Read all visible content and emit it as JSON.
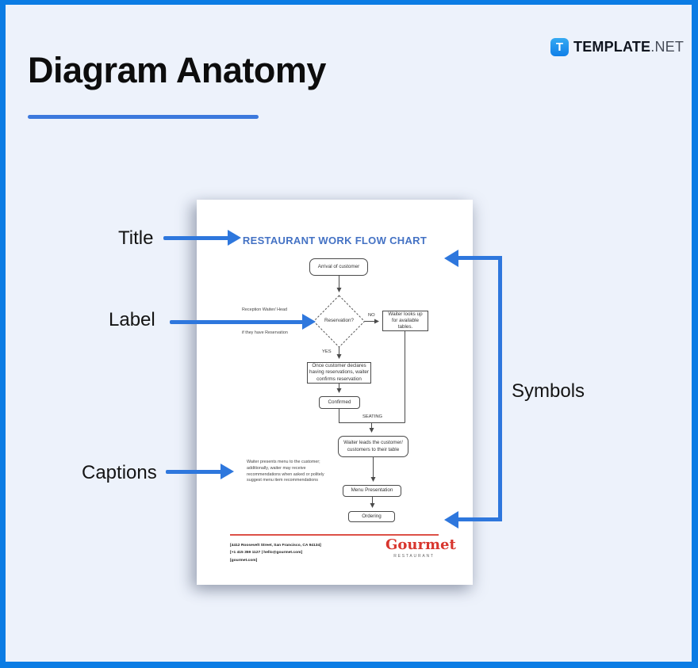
{
  "header": {
    "title": "Diagram Anatomy"
  },
  "brand": {
    "badge_letter": "T",
    "name": "TEMPLATE",
    "tld": ".NET"
  },
  "annotations": {
    "title": "Title",
    "label": "Label",
    "captions": "Captions",
    "symbols": "Symbols"
  },
  "doc": {
    "title": "RESTAURANT WORK FLOW CHART",
    "nodes": {
      "start": "Arrival of customer",
      "decision": "Reservation?",
      "no": "NO",
      "yes": "YES",
      "no_action": "Waiter looks up for available tables.",
      "yes_action": "Once customer declares having reservations, waiter confirms reservation",
      "confirmed": "Confirmed",
      "seating": "SEATING",
      "seat": "Waiter leads the customer/ customers to their table",
      "menu": "Menu Presentation",
      "order": "Ordering"
    },
    "notes": {
      "label_line1": "Reception Waiter/ Head",
      "label_line2": "if they have Reservation",
      "caption": "Waiter presents menu to the customer; additionally, waiter may receive recommendations when asked or politely suggest menu item recommendations"
    },
    "footer": {
      "address": "[4412 Roosevelt Street, San Francisco, CA 94134]",
      "phone": "[+1 415 359 1127 | hello@gourmet.com]",
      "site": "[gourmet.com]",
      "brand": "Gourmet",
      "brand_sub": "RESTAURANT"
    }
  },
  "colors": {
    "frame_border": "#0b7ce4",
    "canvas_bg": "#edf2fb",
    "annotation_arrow": "#2e77dd",
    "heading_underline": "#3c79dd",
    "doc_title": "#4472c4",
    "gourmet_red": "#d8362e",
    "footer_divider": "#dd5147"
  }
}
